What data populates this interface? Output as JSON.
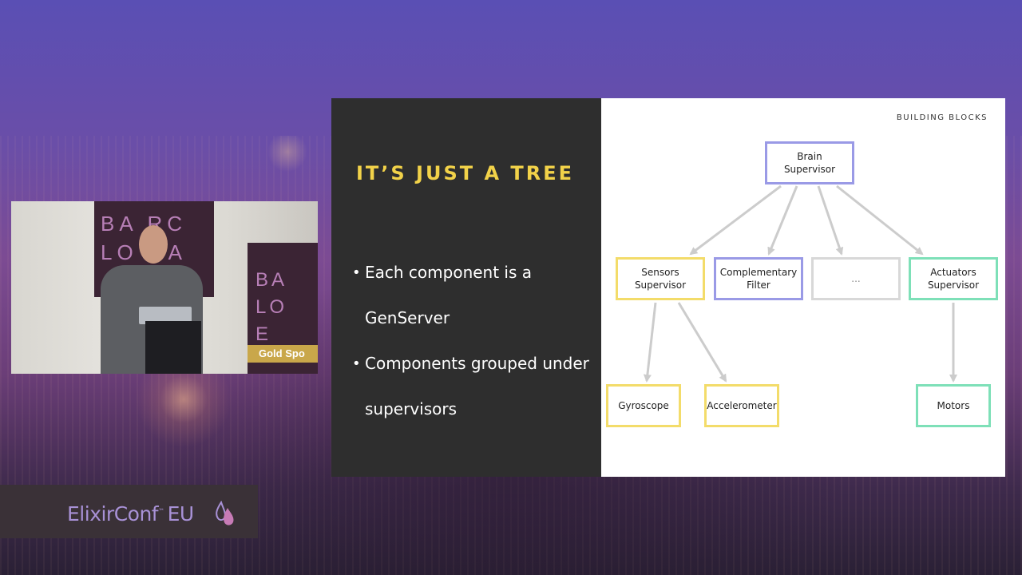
{
  "event": {
    "logo_text": "ElixirConf",
    "logo_tm": "™",
    "logo_suffix": "EU"
  },
  "video": {
    "banner_left_letters": "BA RC LO NA",
    "banner_right_letters": "BA LO E",
    "banner_right_caption": "Gold Spo"
  },
  "slide": {
    "title": "IT’S JUST A TREE",
    "bullets": [
      "Each component is a GenServer",
      "Components grouped under supervisors"
    ],
    "section_label": "BUILDING BLOCKS",
    "nodes": {
      "brain": "Brain\nSupervisor",
      "sensors": "Sensors\nSupervisor",
      "complementary": "Complementary\nFilter",
      "ellipsis": "...",
      "actuators": "Actuators\nSupervisor",
      "gyroscope": "Gyroscope",
      "accelerometer": "Accelerometer",
      "motors": "Motors"
    },
    "colors": {
      "background_dark": "#2e2e2e",
      "title": "#f2d249",
      "supervisor_blue": "#9a9ae6",
      "sensor_yellow": "#f3dc6a",
      "actuator_green": "#7ee0b8",
      "placeholder_gray": "#d8d8d8",
      "edge": "#cccccc"
    }
  }
}
